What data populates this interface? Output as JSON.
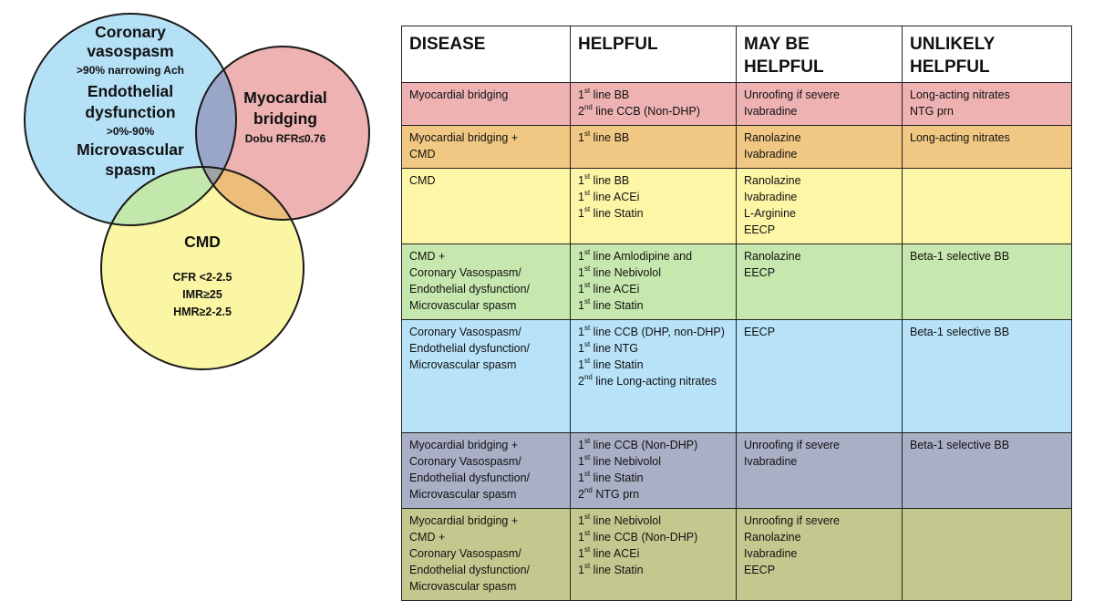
{
  "venn": {
    "colors": {
      "blue": "#b5e1f7",
      "red": "#eeb2b2",
      "yellow": "#fbf6a4",
      "blue_red": "#9aa6c8",
      "blue_yellow": "#c3e8ac",
      "red_yellow": "#edbd7a",
      "center": "#a0a3a6"
    },
    "left_circle": {
      "line1": "Coronary",
      "line2": "vasospasm",
      "line3": ">90% narrowing  Ach",
      "line4": "Endothelial",
      "line5": "dysfunction",
      "line6": ">0%-90%",
      "line7": "Microvascular",
      "line8": "spasm"
    },
    "right_circle": {
      "line1": "Myocardial",
      "line2": "bridging",
      "line3": "Dobu RFR≤0.76"
    },
    "bottom_circle": {
      "title": "CMD",
      "line1": "CFR <2-2.5",
      "line2": "IMR≥25",
      "line3": "HMR≥2-2.5"
    }
  },
  "table": {
    "headers": {
      "disease": "DISEASE",
      "helpful": "HELPFUL",
      "may_be_helpful_1": "MAY BE",
      "may_be_helpful_2": "HELPFUL",
      "unlikely_helpful_1": "UNLIKELY",
      "unlikely_helpful_2": "HELPFUL"
    },
    "rows": [
      {
        "color": "#eeb2b2",
        "disease": [
          "Myocardial bridging"
        ],
        "helpful": [
          {
            "sup": "st",
            "text": " line BB"
          },
          {
            "sup": "nd",
            "text": " line CCB (Non-DHP)",
            "num": "2"
          }
        ],
        "may_be": [
          "Unroofing if severe",
          "Ivabradine"
        ],
        "unlikely": [
          "Long-acting nitrates",
          "NTG prn"
        ]
      },
      {
        "color": "#f1c883",
        "disease": [
          "Myocardial bridging +",
          "CMD"
        ],
        "helpful": [
          {
            "sup": "st",
            "text": " line BB"
          }
        ],
        "may_be": [
          "Ranolazine",
          "Ivabradine"
        ],
        "unlikely": [
          "Long-acting nitrates"
        ]
      },
      {
        "color": "#fdf6a6",
        "disease": [
          "CMD"
        ],
        "helpful": [
          {
            "sup": "st",
            "text": " line BB"
          },
          {
            "sup": "st",
            "text": " line ACEi"
          },
          {
            "sup": "st",
            "text": " line Statin"
          }
        ],
        "may_be": [
          "Ranolazine",
          "Ivabradine",
          "L-Arginine",
          "EECP"
        ],
        "unlikely": []
      },
      {
        "color": "#c6e8ae",
        "disease": [
          "CMD +",
          "Coronary Vasospasm/",
          "Endothelial dysfunction/",
          "Microvascular spasm"
        ],
        "helpful": [
          {
            "sup": "st",
            "text": " line Amlodipine and"
          },
          {
            "sup": "st",
            "text": " line Nebivolol"
          },
          {
            "sup": "st",
            "text": " line ACEi"
          },
          {
            "sup": "st",
            "text": " line Statin"
          }
        ],
        "may_be": [
          "Ranolazine",
          "EECP"
        ],
        "unlikely": [
          "Beta-1 selective BB"
        ]
      },
      {
        "color": "#b8e2f8",
        "disease": [
          "Coronary Vasospasm/",
          "Endothelial dysfunction/",
          "Microvascular spasm"
        ],
        "helpful": [
          {
            "sup": "st",
            "text": " line CCB (DHP, non-DHP)"
          },
          {
            "sup": "st",
            "text": " line NTG"
          },
          {
            "sup": "st",
            "text": " line Statin"
          },
          {
            "sup": "nd",
            "text": " line Long-acting nitrates",
            "num": "2"
          }
        ],
        "may_be": [
          "EECP"
        ],
        "unlikely": [
          "Beta-1 selective BB"
        ]
      },
      {
        "color": "#a9afc5",
        "disease": [
          "Myocardial bridging +",
          "Coronary Vasospasm/",
          "Endothelial dysfunction/",
          "Microvascular spasm"
        ],
        "helpful": [
          {
            "sup": "st",
            "text": " line CCB (Non-DHP)"
          },
          {
            "sup": "st",
            "text": " line Nebivolol"
          },
          {
            "sup": "st",
            "text": " line Statin"
          },
          {
            "sup": "nd",
            "text": " NTG prn",
            "num": "2"
          }
        ],
        "may_be": [
          "Unroofing if severe",
          "Ivabradine"
        ],
        "unlikely": [
          "Beta-1 selective BB"
        ]
      },
      {
        "color": "#c3c98e",
        "disease": [
          "Myocardial bridging +",
          "CMD +",
          "Coronary Vasospasm/",
          "Endothelial dysfunction/",
          "Microvascular spasm"
        ],
        "helpful": [
          {
            "sup": "st",
            "text": " line Nebivolol"
          },
          {
            "sup": "st",
            "text": " line CCB (Non-DHP)"
          },
          {
            "sup": "st",
            "text": " line ACEi"
          },
          {
            "sup": "st",
            "text": " line Statin"
          }
        ],
        "may_be": [
          "Unroofing if severe",
          "Ranolazine",
          "Ivabradine",
          "EECP"
        ],
        "unlikely": []
      }
    ]
  }
}
